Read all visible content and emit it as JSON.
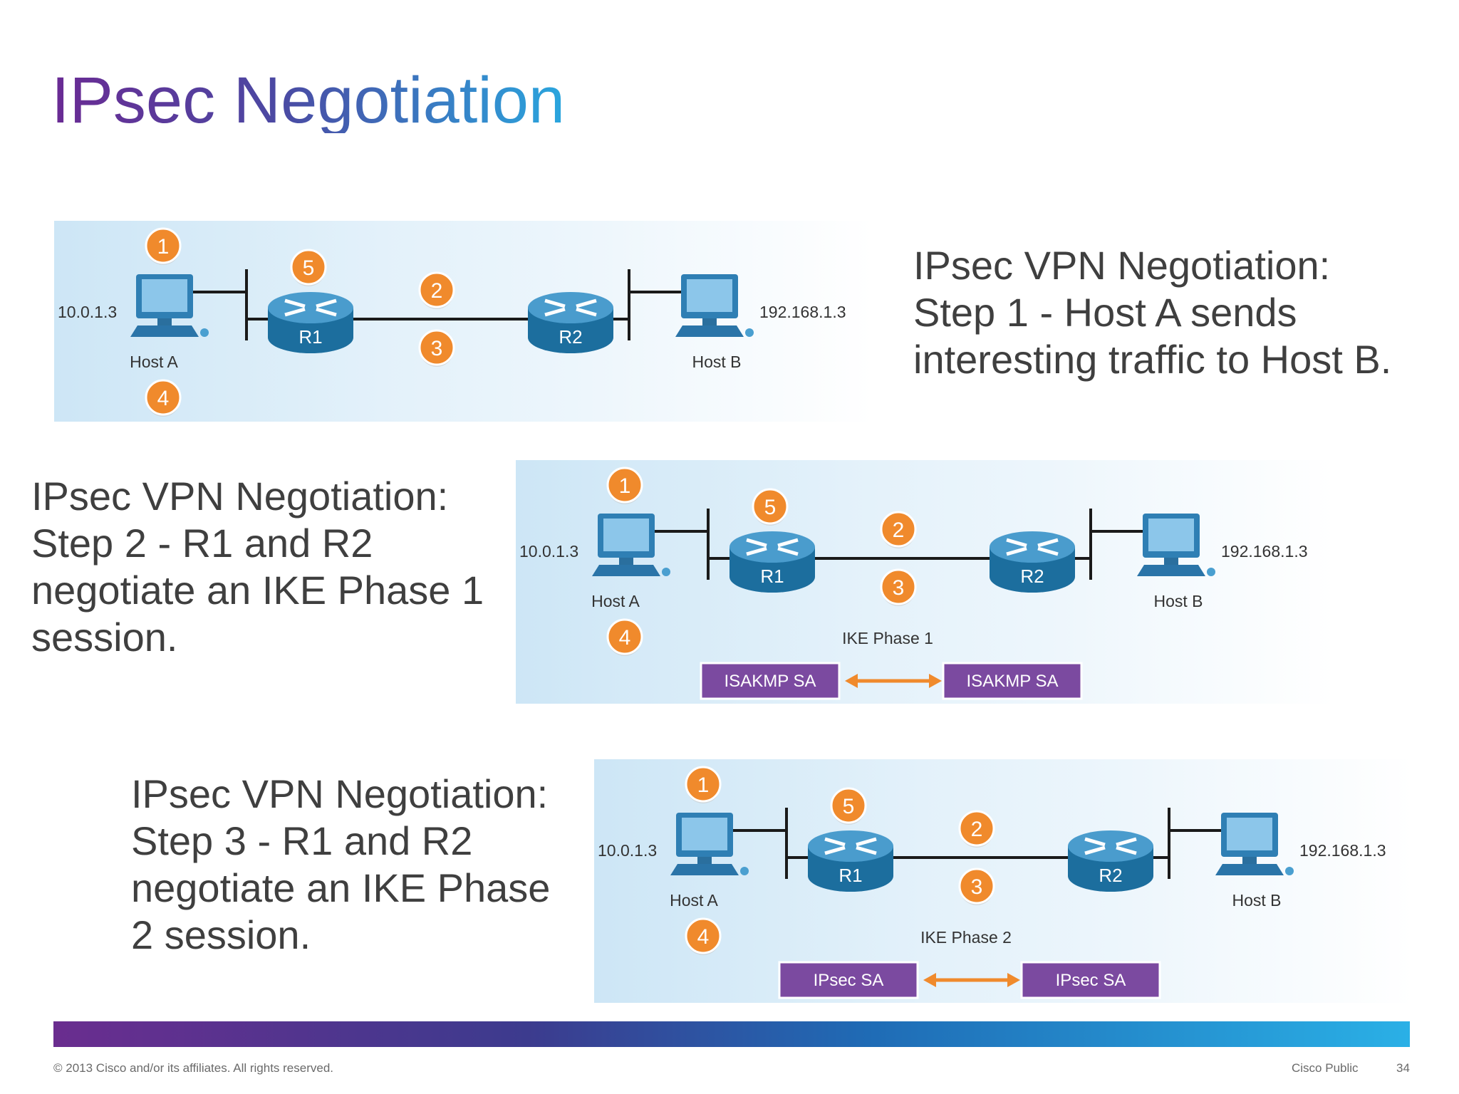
{
  "slide": {
    "title": "IPsec Negotiation",
    "footer": {
      "copyright": "© 2013 Cisco and/or its affiliates. All rights reserved.",
      "classification": "Cisco Public",
      "page_number": "34"
    }
  },
  "diagram_labels": {
    "host_a_ip": "10.0.1.3",
    "host_b_ip": "192.168.1.3",
    "host_a": "Host A",
    "host_b": "Host B",
    "router_1": "R1",
    "router_2": "R2",
    "step_badges": [
      "1",
      "2",
      "3",
      "4",
      "5"
    ]
  },
  "panels": [
    {
      "caption_lines": [
        "IPsec VPN Negotiation:",
        "Step 1 - Host A sends",
        "interesting traffic to Host B."
      ]
    },
    {
      "caption_lines": [
        "IPsec VPN Negotiation:",
        "Step 2 - R1 and R2",
        "negotiate an IKE Phase 1",
        "session."
      ],
      "phase_label": "IKE Phase 1",
      "sa_left": "ISAKMP SA",
      "sa_right": "ISAKMP SA"
    },
    {
      "caption_lines": [
        "IPsec VPN Negotiation:",
        "Step 3 - R1 and R2",
        "negotiate an IKE Phase",
        "2 session."
      ],
      "phase_label": "IKE Phase 2",
      "sa_left": "IPsec SA",
      "sa_right": "IPsec SA"
    }
  ],
  "colors": {
    "badge_orange": "#f08a2c",
    "sa_box_purple": "#7b4aa0",
    "router_blue": "#1c6e9e",
    "caption_gray": "#3f3f3f"
  }
}
